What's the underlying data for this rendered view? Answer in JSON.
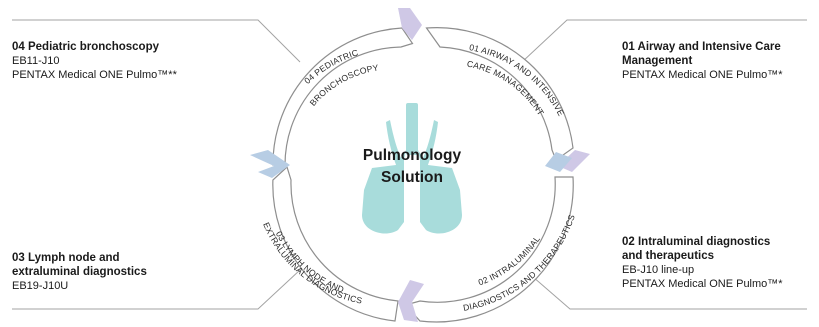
{
  "center": {
    "line1": "Pulmonology",
    "line2": "Solution"
  },
  "segments": {
    "s04": {
      "line1": "04 PEDIATRIC",
      "line2": "BRONCHOSCOPY"
    },
    "s01": {
      "line1": "01 AIRWAY AND INTENSIVE",
      "line2": "CARE MANAGEMENT"
    },
    "s02": {
      "line1": "02 INTRALUMINAL",
      "line2": "DIAGNOSTICS AND THERAPEUTICS"
    },
    "s03": {
      "line1": "03 LYMPH NODE AND",
      "line2": "EXTRALUMINAL DIAGNOSTICS"
    }
  },
  "blocks": {
    "b04": {
      "title": "04 Pediatric bronchoscopy",
      "lines": [
        "EB11-J10",
        "PENTAX Medical ONE Pulmo™**"
      ]
    },
    "b01": {
      "title1": "01 Airway and Intensive Care",
      "title2": "Management",
      "lines": [
        "PENTAX Medical ONE Pulmo™*"
      ]
    },
    "b03": {
      "title1": "03 Lymph node and",
      "title2": "extraluminal diagnostics",
      "lines": [
        "EB19-J10U"
      ]
    },
    "b02": {
      "title1": "02 Intraluminal diagnostics",
      "title2": "and therapeutics",
      "lines": [
        "EB-J10 line-up",
        "PENTAX Medical ONE Pulmo™*"
      ]
    }
  },
  "colors": {
    "lung": "#a8dcdb",
    "accent_purple": "#cfc8e6",
    "accent_blue": "#b7cde4",
    "line": "#9a9a9a"
  },
  "icon": "lungs-icon"
}
